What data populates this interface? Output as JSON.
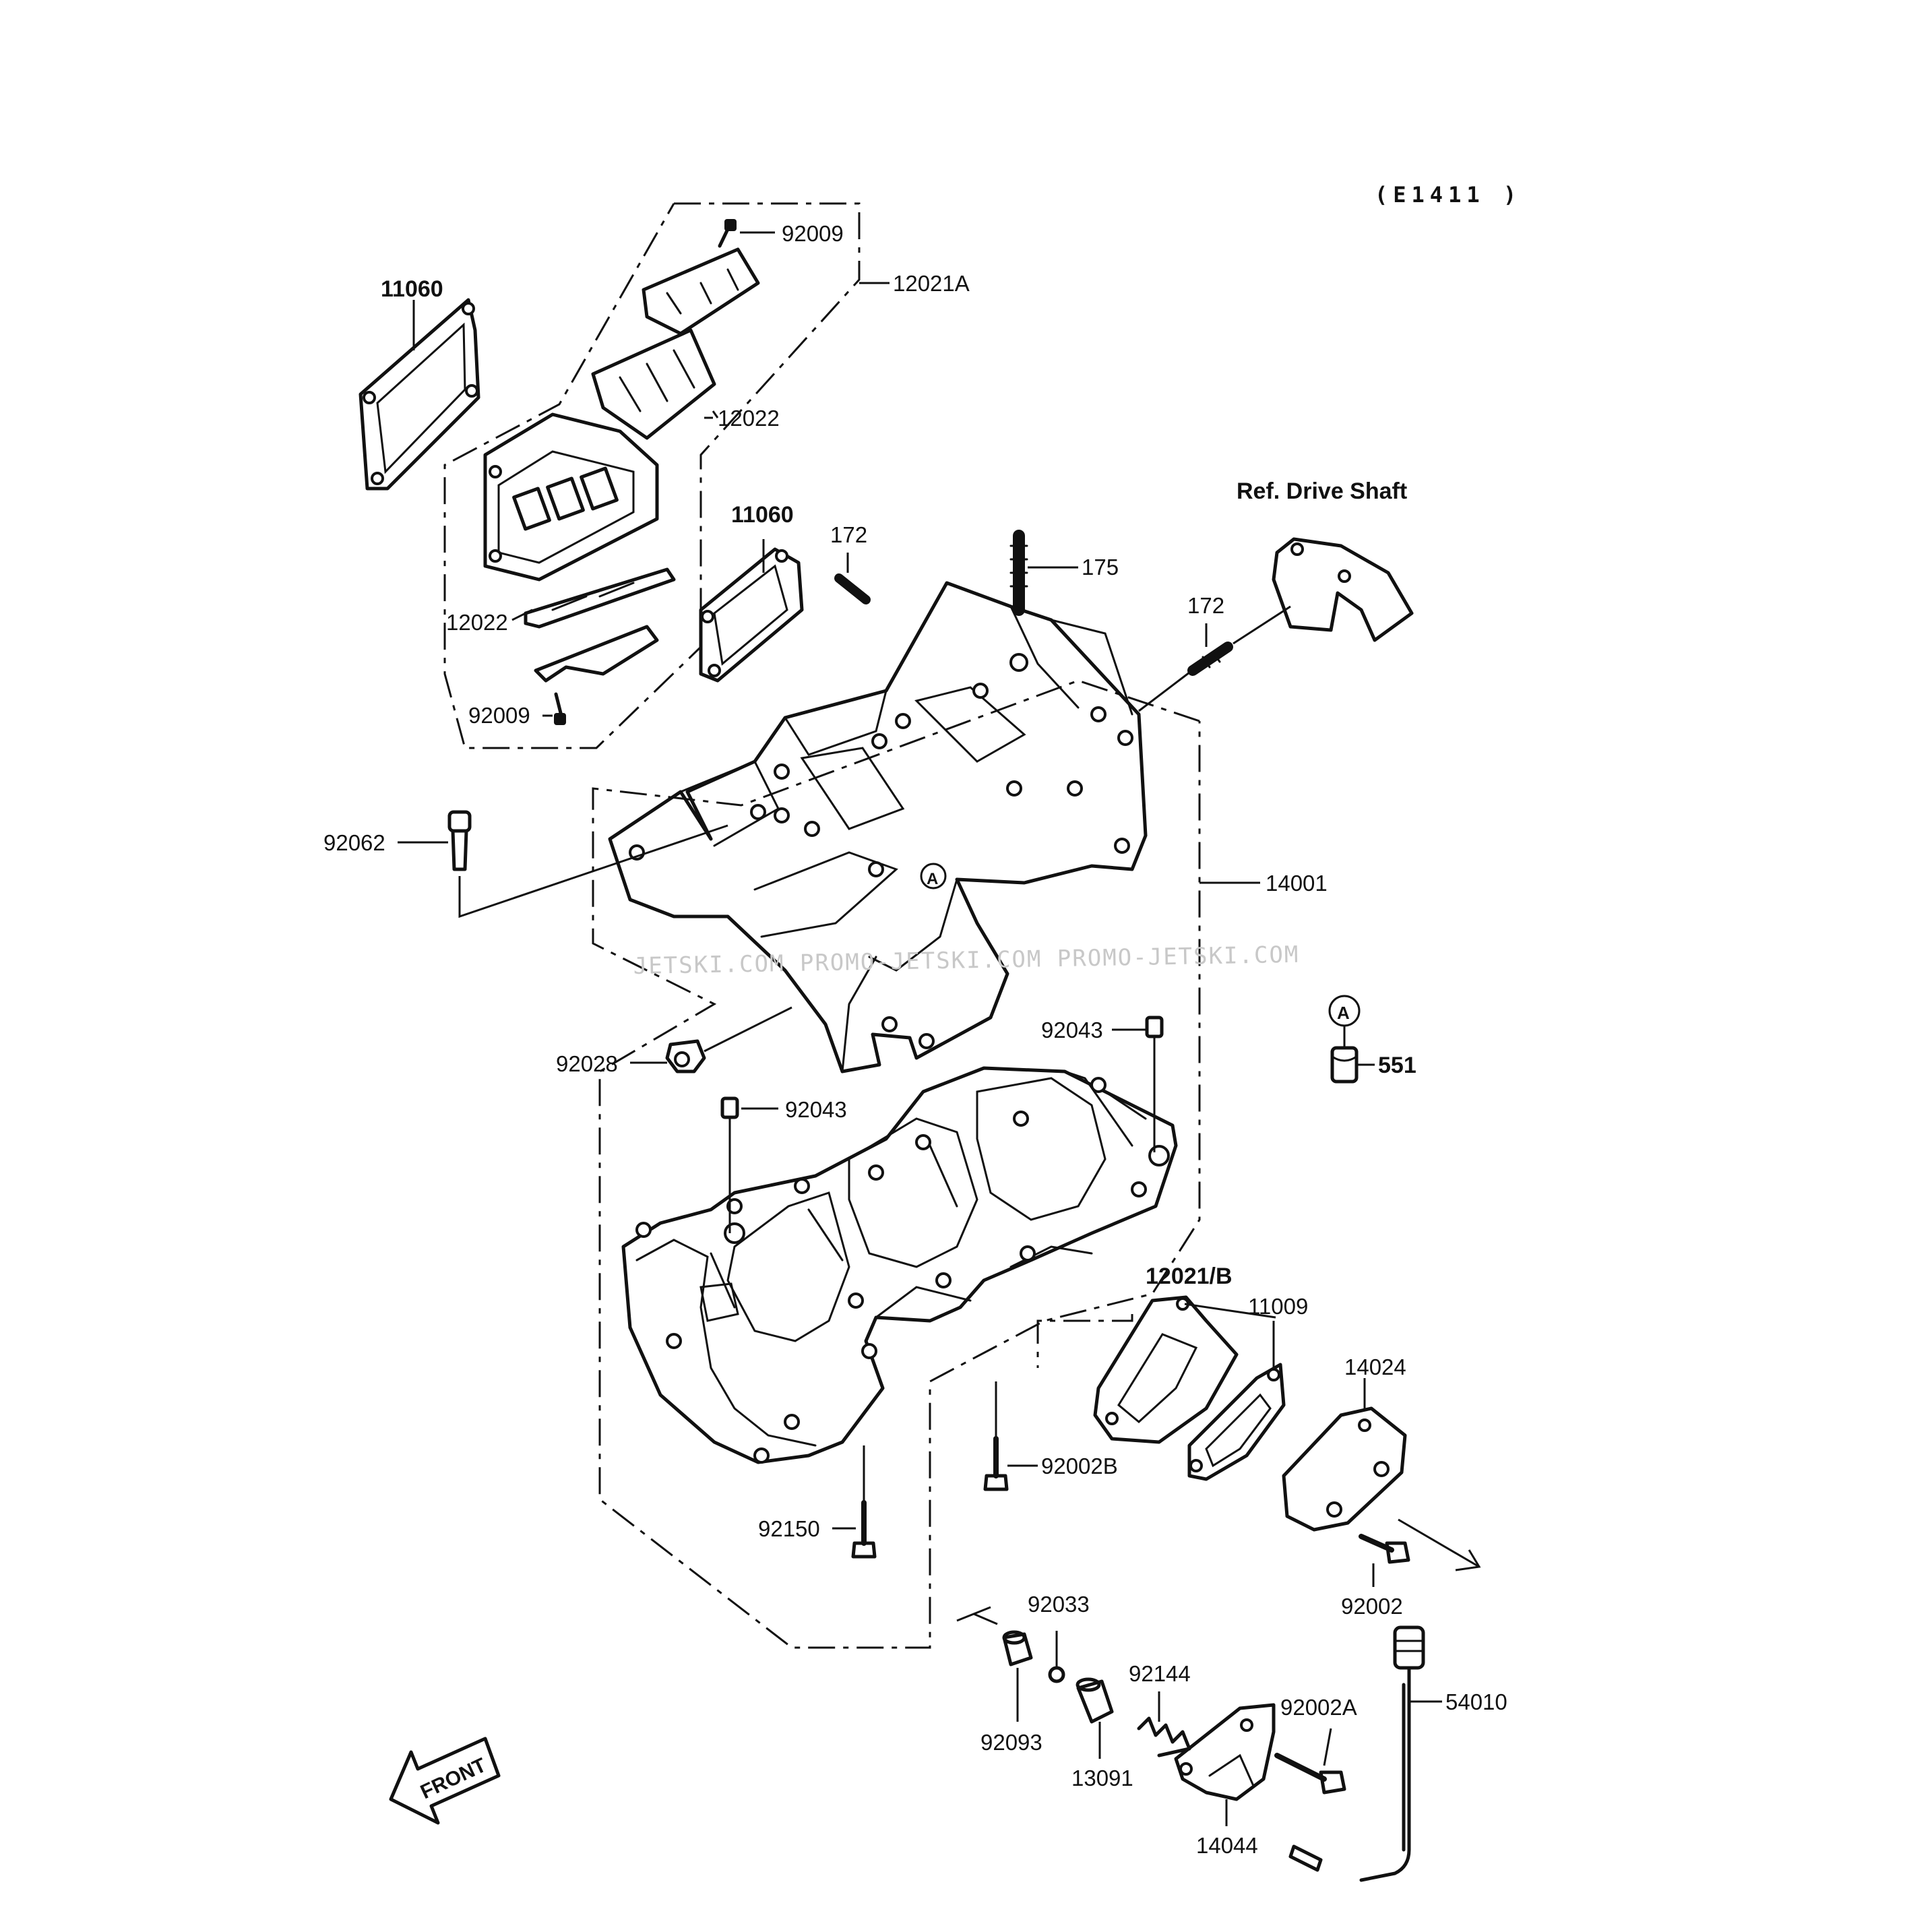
{
  "diagram": {
    "code": "(E1411 )",
    "reference_note": "Ref. Drive Shaft",
    "front_label": "FRONT",
    "circle_marker": "A",
    "watermark": "JETSKI.COM  PROMO-JETSKI.COM  PROMO-JETSKI.COM"
  },
  "parts": {
    "p11060_a": "11060",
    "p11060_b": "11060",
    "p92009_a": "92009",
    "p92009_b": "92009",
    "p12021A": "12021A",
    "p12022_a": "12022",
    "p12022_b": "12022",
    "p172_a": "172",
    "p172_b": "172",
    "p175": "175",
    "p92062": "92062",
    "p14001": "14001",
    "p92028": "92028",
    "p92043_a": "92043",
    "p92043_b": "92043",
    "p551": "551",
    "p12021B": "12021/B",
    "p11009": "11009",
    "p14024": "14024",
    "p92002B": "92002B",
    "p92150": "92150",
    "p92002": "92002",
    "p92033": "92033",
    "p92144": "92144",
    "p92002A": "92002A",
    "p54010": "54010",
    "p92093": "92093",
    "p13091": "13091",
    "p14044": "14044"
  }
}
